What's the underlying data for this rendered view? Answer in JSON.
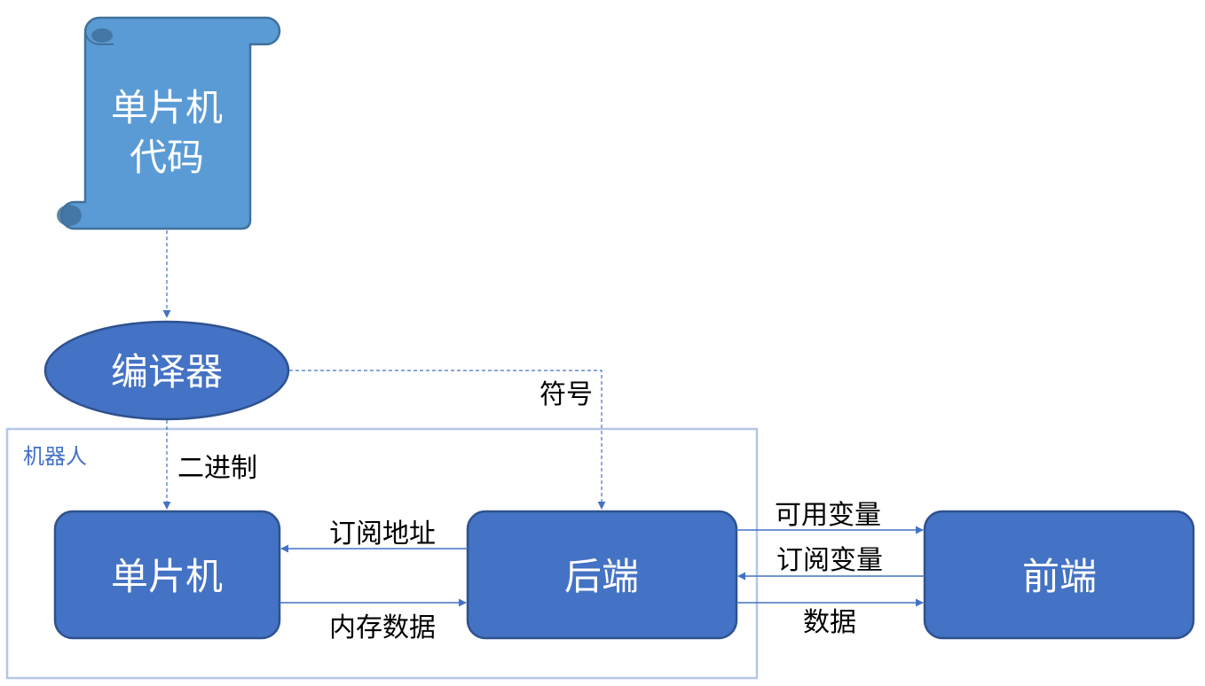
{
  "nodes": {
    "mcu_code": {
      "line1": "单片机",
      "line2": "代码"
    },
    "compiler": {
      "label": "编译器"
    },
    "mcu": {
      "label": "单片机"
    },
    "backend": {
      "label": "后端"
    },
    "frontend": {
      "label": "前端"
    }
  },
  "group": {
    "label": "机器人"
  },
  "edges": {
    "binary": "二进制",
    "symbols": "符号",
    "subscribe_address": "订阅地址",
    "memory_data": "内存数据",
    "available_vars": "可用变量",
    "subscribe_vars": "订阅变量",
    "data": "数据"
  },
  "colors": {
    "scroll_fill": "#5B9BD5",
    "scroll_stroke": "#41719C",
    "node_fill": "#4472C4",
    "node_stroke": "#2F528F",
    "edge": "#4472C4",
    "group_border": "#B4C7E7",
    "group_label": "#4472C4",
    "edge_label": "#000000",
    "node_text": "#FFFFFF"
  }
}
